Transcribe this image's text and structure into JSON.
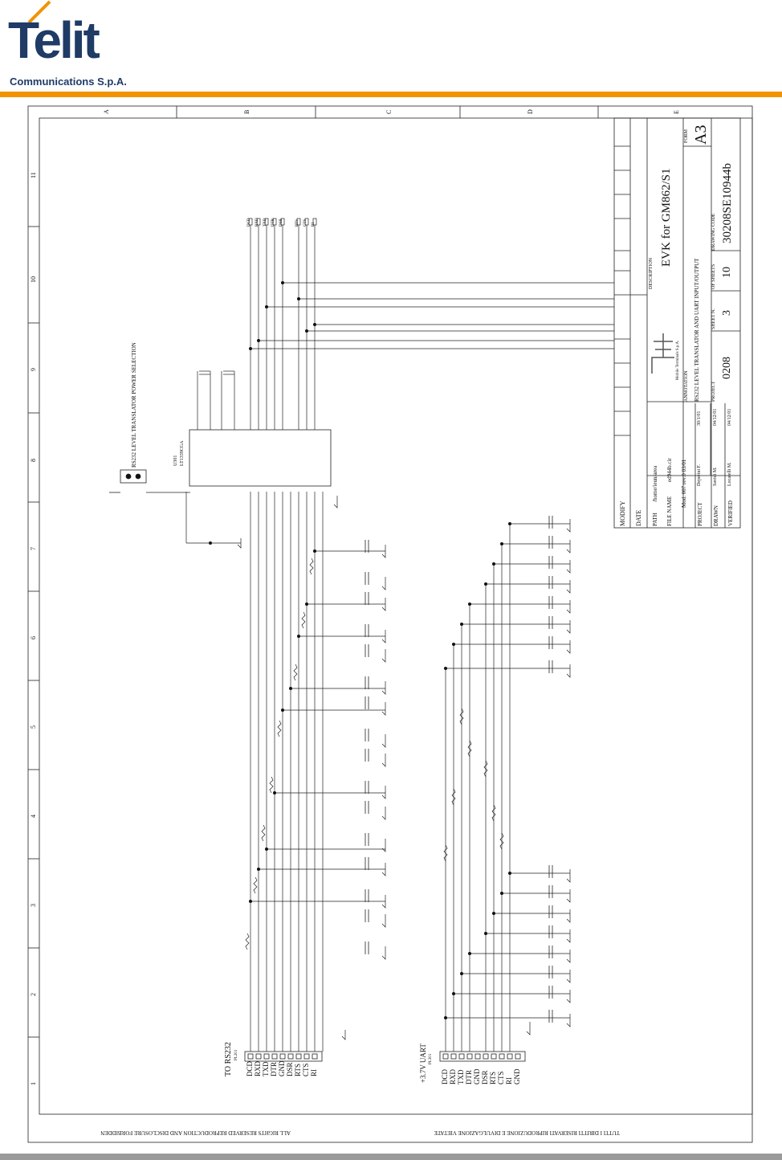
{
  "header": {
    "logo_word": "Telit",
    "logo_subtitle": "Communications S.p.A.",
    "colors": {
      "brand": "#1f3b66",
      "accent_bar": "#f39200",
      "bottom_bar": "#9a9a9a"
    }
  },
  "frame": {
    "col_letters": [
      "A",
      "B",
      "C",
      "D",
      "E"
    ],
    "row_numbers": [
      "11",
      "10",
      "9",
      "8",
      "7",
      "6",
      "5",
      "4",
      "3",
      "2",
      "1"
    ]
  },
  "connectors": {
    "left": {
      "title": "TO RS232",
      "ref": "PL201",
      "pins": [
        "DCD",
        "RXD",
        "TXD",
        "DTR",
        "GND",
        "DSR",
        "RTS",
        "CTS",
        "RI"
      ]
    },
    "right": {
      "title": "+3.7V UART",
      "ref": "PL301",
      "pins": [
        "DCD",
        "RXD",
        "TXD",
        "DTR",
        "GND",
        "DSR",
        "RTS",
        "CTS",
        "RI",
        "GND"
      ]
    }
  },
  "schematic": {
    "power_label": "RS232 LEVEL TRANSLATOR POWER SELECTION",
    "ic_ref": "U301",
    "ic_part": "LT1339CGA",
    "right_net_labels": [
      "DCD",
      "RXD",
      "TXD",
      "DTR",
      "DSR",
      "RTS",
      "CTS",
      "RI"
    ]
  },
  "title_block": {
    "modify": "MODIFY",
    "date": "DATE",
    "path_label": "PATH",
    "path_value": "/home/ieun/area",
    "filename_label": "FILE NAME",
    "filename_value": "ed944b.cir",
    "mod_label": "Mod. 007 rev.0 03/01",
    "description_label": "DESCRIPTION",
    "description_value": "EVK for GM862/S1",
    "annotation_label": "ANNOTATION",
    "annotation_value": "RS232 LEVEL TRANSLATOR AND UART INPUT/OUTPUT",
    "form_label": "FORM",
    "form_value": "A3",
    "project_label": "PROJECT",
    "project_value": "0208",
    "sheet_label": "SHEET N.",
    "sheet_value": "3",
    "of_sheets_label": "OF SHEETS",
    "of_sheets_value": "10",
    "drawing_code_label": "DRAWING CODE",
    "drawing_code_value": "30208SE10944b",
    "company_small": "Mobile Terminals S.p.A.",
    "project_person": "Deperini F.",
    "project_date": "30/1/01",
    "drawn_label": "DRAWN",
    "drawn_person": "Savidi M.",
    "drawn_date": "04/12/01",
    "verified_label": "VERIFIED",
    "verified_person": "Locatelli M.",
    "verified_date": "04/12/01"
  },
  "footer": {
    "left_notice": "ALL RIGHTS RESERVED REPRODUCTION AND DISCLOSURE FORBIDDEN",
    "right_notice": "TUTTI I DIRITTI RISERVATI RIPRODUZIONE E DIVULGAZIONE VIETATE"
  }
}
